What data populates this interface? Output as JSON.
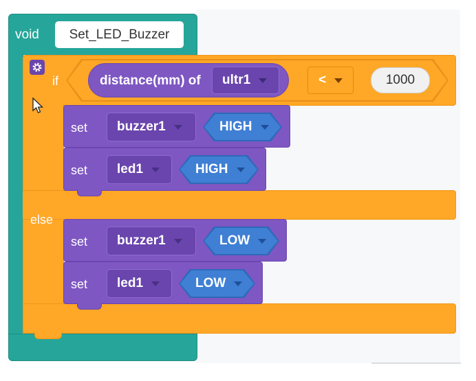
{
  "function_block": {
    "keyword": "void",
    "name": "Set_LED_Buzzer"
  },
  "if_block": {
    "if_label": "if",
    "else_label": "else",
    "condition": {
      "sensor_label": "distance(mm) of",
      "sensor_device": "ultr1",
      "operator": "<",
      "value": "1000"
    },
    "then_statements": [
      {
        "keyword": "set",
        "device": "buzzer1",
        "state": "HIGH"
      },
      {
        "keyword": "set",
        "device": "led1",
        "state": "HIGH"
      }
    ],
    "else_statements": [
      {
        "keyword": "set",
        "device": "buzzer1",
        "state": "LOW"
      },
      {
        "keyword": "set",
        "device": "led1",
        "state": "LOW"
      }
    ]
  },
  "icons": {
    "gear": "gear-icon",
    "cursor": "mouse-pointer-icon",
    "dropdown": "caret-down-icon"
  },
  "colors": {
    "function": "#26a69a",
    "control": "#ffa726",
    "statement": "#7e57c2",
    "state_value": "#3f7fd4"
  }
}
